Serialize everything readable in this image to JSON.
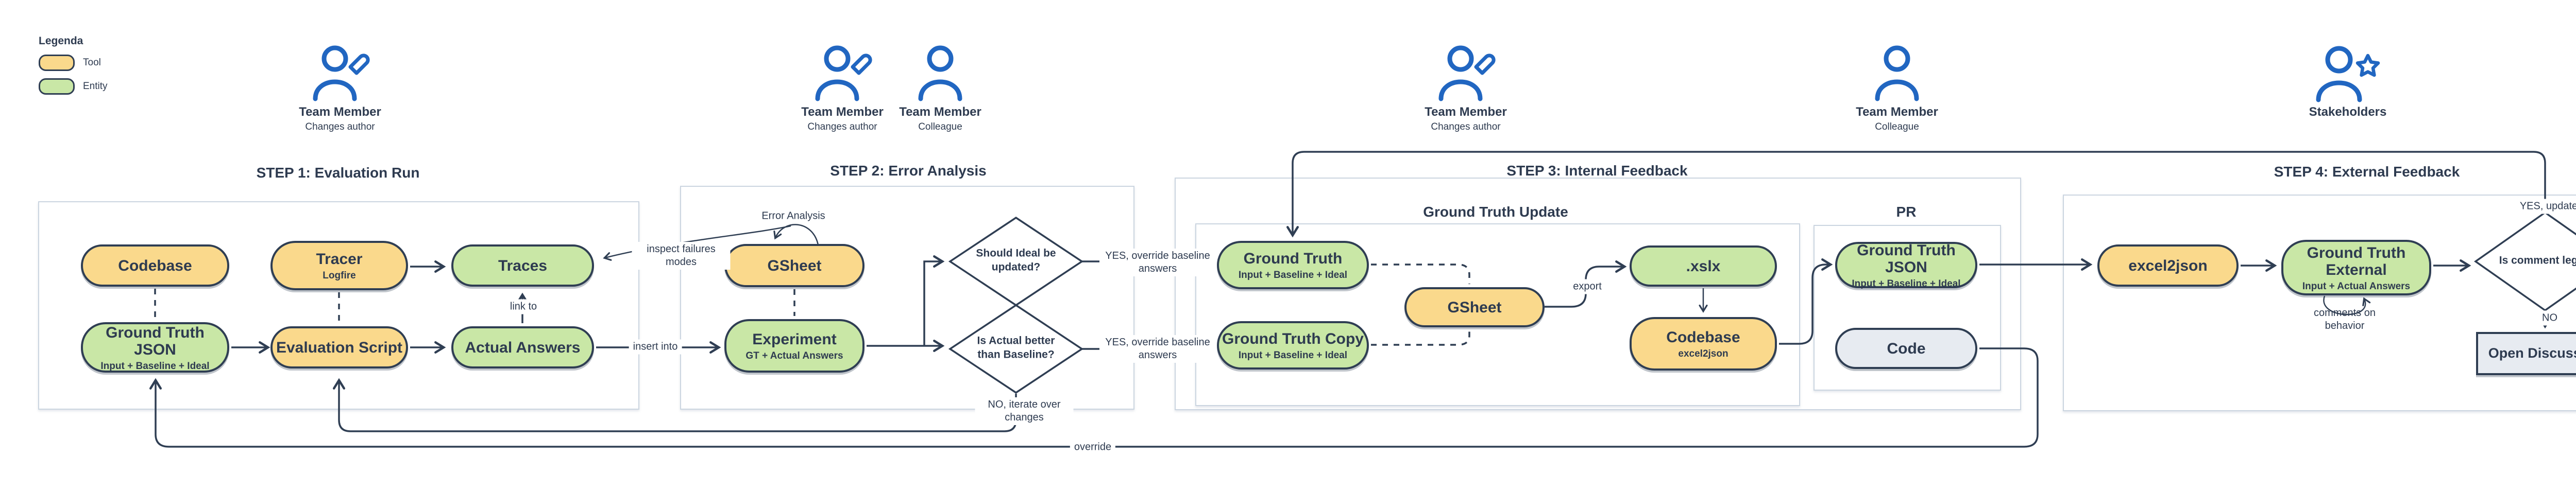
{
  "legend": {
    "title": "Legenda",
    "tool": "Tool",
    "entity": "Entity"
  },
  "actors": [
    {
      "name": "Team Member",
      "role": "Changes author",
      "icon": "person-edit-icon"
    },
    {
      "name": "Team Member",
      "role": "Changes author",
      "icon": "person-edit-icon"
    },
    {
      "name": "Team Member",
      "role": "Colleague",
      "icon": "person-icon"
    },
    {
      "name": "Team Member",
      "role": "Changes author",
      "icon": "person-edit-icon"
    },
    {
      "name": "Team Member",
      "role": "Colleague",
      "icon": "person-icon"
    },
    {
      "name": "Stakeholders",
      "role": "",
      "icon": "person-star-icon"
    }
  ],
  "steps": {
    "step1": {
      "title": "STEP 1: Evaluation Run"
    },
    "step2": {
      "title": "STEP 2: Error Analysis"
    },
    "step3": {
      "title": "STEP 3: Internal Feedback",
      "group_gtu": "Ground Truth Update",
      "group_pr": "PR"
    },
    "step4": {
      "title": "STEP 4: External Feedback"
    }
  },
  "nodes": {
    "codebase": {
      "label": "Codebase",
      "type": "tool"
    },
    "tracer": {
      "label": "Tracer",
      "sub": "Logfire",
      "type": "tool"
    },
    "traces": {
      "label": "Traces",
      "type": "entity"
    },
    "ground_truth_json": {
      "label": "Ground Truth JSON",
      "sub": "Input + Baseline + Ideal",
      "type": "entity"
    },
    "evaluation_script": {
      "label": "Evaluation Script",
      "type": "tool"
    },
    "actual_answers": {
      "label": "Actual Answers",
      "type": "entity"
    },
    "gsheet_step2": {
      "label": "GSheet",
      "type": "tool"
    },
    "experiment": {
      "label": "Experiment",
      "sub": "GT + Actual Answers",
      "type": "entity"
    },
    "ground_truth": {
      "label": "Ground Truth",
      "sub": "Input + Baseline + Ideal",
      "type": "entity"
    },
    "ground_truth_copy": {
      "label": "Ground Truth Copy",
      "sub": "Input + Baseline + Ideal",
      "type": "entity"
    },
    "gsheet_step3": {
      "label": "GSheet",
      "type": "tool"
    },
    "xslx": {
      "label": ".xslx",
      "type": "entity"
    },
    "codebase_excel2json": {
      "label": "Codebase",
      "sub": "excel2json",
      "type": "tool"
    },
    "ground_truth_json_pr": {
      "label": "Ground Truth JSON",
      "sub": "Input + Baseline + Ideal",
      "type": "entity"
    },
    "code": {
      "label": "Code",
      "type": "plain"
    },
    "excel2json": {
      "label": "excel2json",
      "type": "tool"
    },
    "ground_truth_external": {
      "label": "Ground Truth External",
      "sub": "Input + Actual Answers",
      "type": "entity"
    },
    "open_discussion": {
      "label": "Open Discussion",
      "type": "plain"
    }
  },
  "decisions": {
    "should_ideal": {
      "label": "Should Ideal be updated?"
    },
    "is_actual_better": {
      "label": "Is Actual better than Baseline?"
    },
    "is_comment_legit": {
      "label": "Is comment legit?"
    }
  },
  "edge_labels": {
    "error_analysis": "Error Analysis",
    "inspect_failures": "inspect failures modes",
    "link_to": "link to",
    "insert_into": "insert into",
    "yes_override_1": "YES, override baseline answers",
    "yes_override_2": "YES, override baseline answers",
    "no_iterate": "NO, iterate over changes",
    "export": "export",
    "override": "override",
    "yes_update": "YES, update",
    "no": "NO",
    "comments_on_behavior": "comments on behavior"
  },
  "colors": {
    "tool": "#FAD98C",
    "entity": "#C9E7A6",
    "plain": "#E7EBF1",
    "border": "#2F3E53",
    "actor": "#2166C1"
  }
}
